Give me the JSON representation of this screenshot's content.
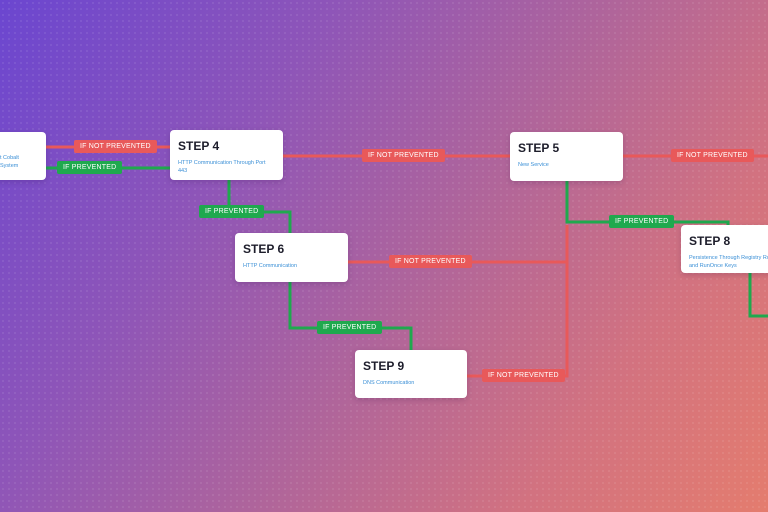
{
  "colors": {
    "prevented": "#1fa94e",
    "not_prevented": "#e8595a",
    "card_title": "#1d1d2b",
    "card_desc": "#3a8fd6"
  },
  "cards": {
    "left_partial": {
      "desc": "t Cobalt\nSystem"
    },
    "step4": {
      "title": "STEP 4",
      "desc": "HTTP Communication Through Port 443"
    },
    "step5": {
      "title": "STEP 5",
      "desc": "New Service"
    },
    "step6": {
      "title": "STEP 6",
      "desc": "HTTP Communication"
    },
    "step8": {
      "title": "STEP 8",
      "desc": "Persistence Through Registry Run and RunOnce Keys"
    },
    "step9": {
      "title": "STEP 9",
      "desc": "DNS Communication"
    }
  },
  "labels": {
    "if_not_prevented": "IF NOT PREVENTED",
    "if_prevented": "IF PREVENTED"
  }
}
